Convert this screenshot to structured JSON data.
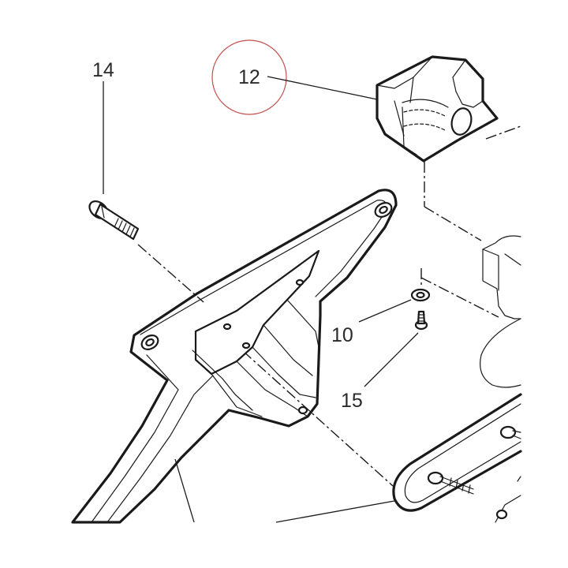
{
  "callouts": {
    "c14": "14",
    "c12": "12",
    "c10": "10",
    "c15": "15"
  },
  "colors": {
    "line": "#1a1a1a",
    "highlight_circle": "#c0504d",
    "background": "#ffffff"
  }
}
